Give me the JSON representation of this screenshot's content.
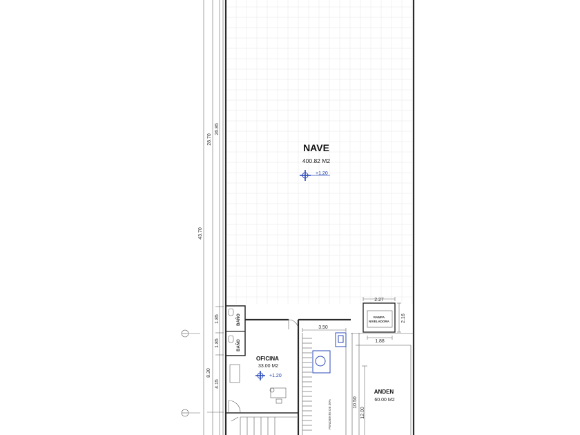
{
  "rooms": {
    "nave": {
      "name": "NAVE",
      "area": "400.82 M2",
      "level": "+1.20"
    },
    "oficina": {
      "name": "OFICINA",
      "area": "33.00 M2",
      "level": "+1.20"
    },
    "anden": {
      "name": "ANDEN",
      "area": "60.00 M2"
    },
    "bano_1": {
      "name": "BAÑO"
    },
    "bano_2": {
      "name": "BAÑO"
    },
    "rampa": {
      "name_line1": "RAMPA",
      "name_line2": "NIVELADORA"
    },
    "pendiente": {
      "name": "PENDIENTE DE 20%"
    }
  },
  "dimensions": {
    "total_length": "43.70",
    "outer_upper": "28.70",
    "inner_upper": "26.85",
    "bano_1_height": "1.85",
    "bano_2_height": "1.85",
    "oficina_outer": "8.30",
    "oficina_inner": "4.15",
    "stair_width": "3.50",
    "rampa_width": "2.27",
    "rampa_depth": "2.16",
    "rampa_opening": "1.88",
    "anden_inner": "10.50",
    "anden_outer": "12.00"
  },
  "colors": {
    "wall": "#2a2a2a",
    "level_marker": "#2a49b8",
    "grid": "#e6e6e6"
  }
}
